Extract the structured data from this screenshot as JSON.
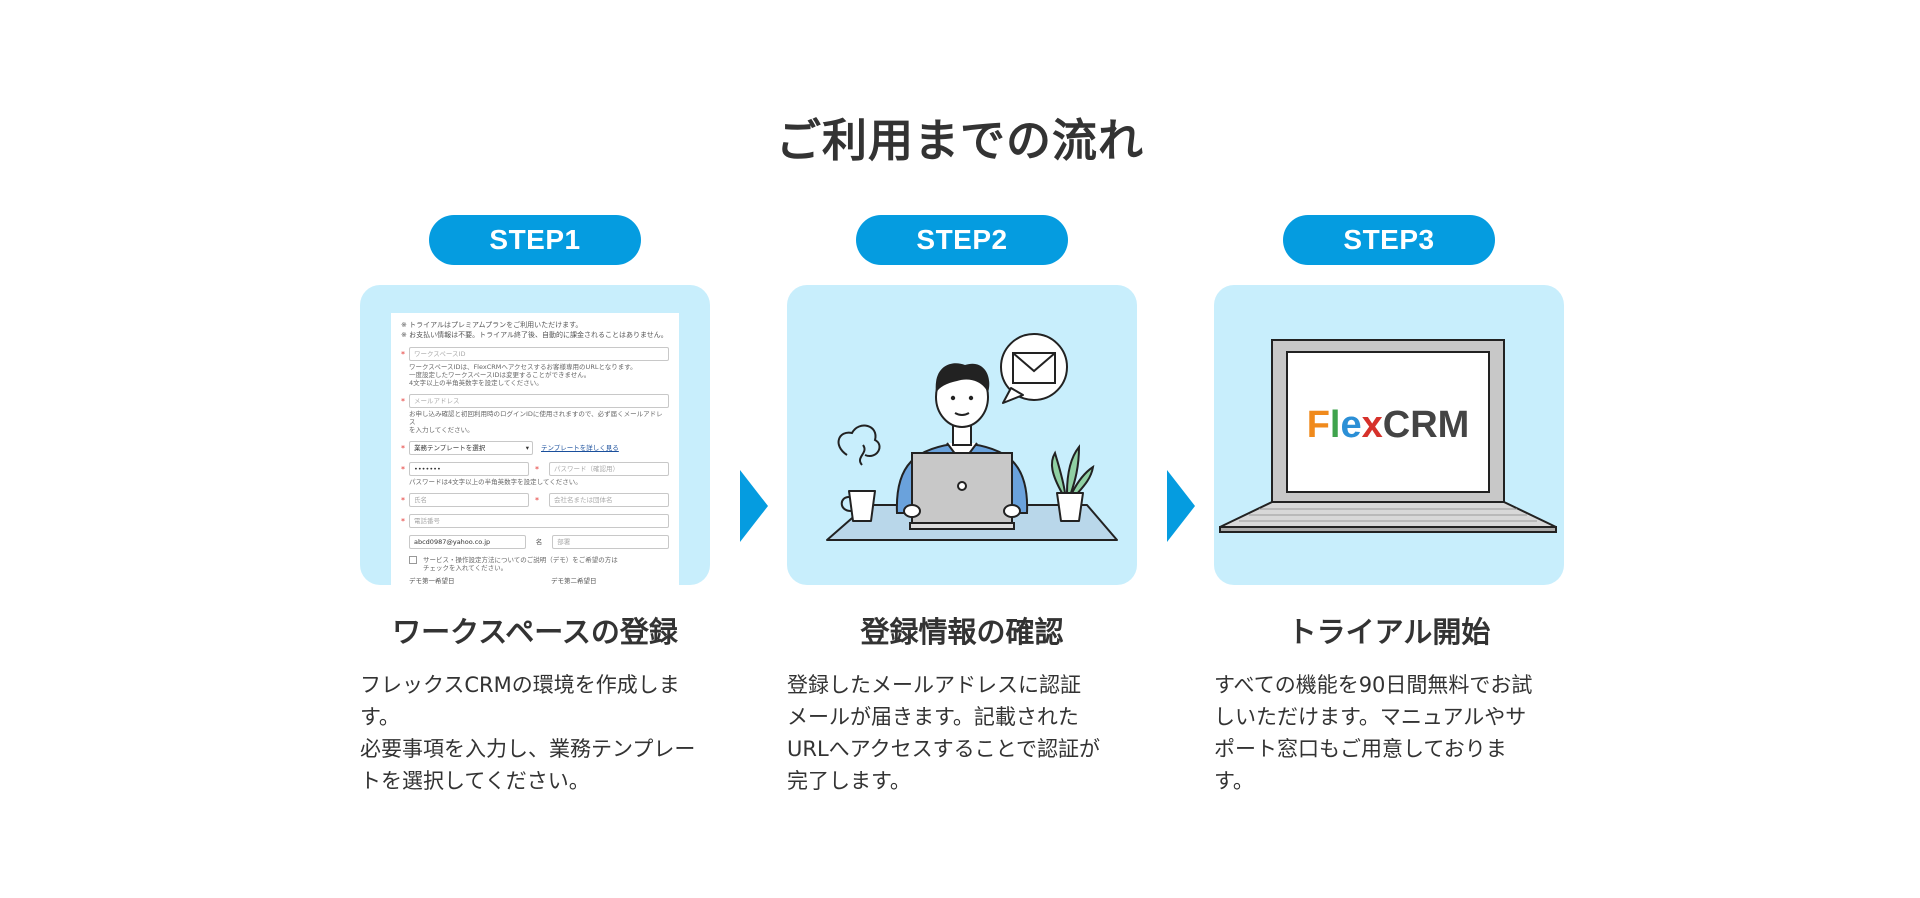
{
  "section": {
    "title": "ご利用までの流れ"
  },
  "colors": {
    "accent": "#059ce0",
    "card_bg": "#c8eefc",
    "text": "#333333"
  },
  "steps": [
    {
      "label": "STEP1",
      "title": "ワークスペースの登録",
      "desc": "フレックスCRMの環境を作成します。\n必要事項を入力し、業務テンプレー\nトを選択してください。",
      "illustration": "registration-form-screenshot",
      "form": {
        "note1": "※ トライアルはプレミアムプランをご利用いただけます。",
        "note2": "※ お支払い情報は不要。トライアル終了後、自動的に課金されることはありません。",
        "workspace_placeholder": "ワークスペースID",
        "workspace_help": "ワークスペースIDは、FlexCRMへアクセスするお客様専用のURLとなります。\n一度設定したワークスペースIDは変更することができません。\n4文字以上の半角英数字を設定してください。",
        "email_placeholder": "メールアドレス",
        "email_help": "お申し込み確認と初回利用時のログインIDに使用されますので、必ず届くメールアドレス\nを入力してください。",
        "template_select": "業務テンプレートを選択",
        "template_link": "テンプレートを詳しく見る",
        "password_value": "•••••••",
        "password_confirm_placeholder": "パスワード（確認用）",
        "password_help": "パスワードは4文字以上の半角英数字を設定してください。",
        "name_placeholder": "氏名",
        "company_placeholder": "会社名または団体名",
        "phone_placeholder": "電話番号",
        "email_value": "abcd0987@yahoo.co.jp",
        "name_suffix": "名",
        "dept_placeholder": "部署",
        "demo_label": "サービス・操作設定方法についてのご説明（デモ）をご希望の方は\nチェックを入れてください。",
        "demo_first": "デモ第一希望日",
        "demo_second": "デモ第二希望日"
      }
    },
    {
      "label": "STEP2",
      "title": "登録情報の確認",
      "desc": "登録したメールアドレスに認証\nメールが届きます。記載された\nURLへアクセスすることで認証が\n完了します。",
      "illustration": "person-laptop-email-icon"
    },
    {
      "label": "STEP3",
      "title": "トライアル開始",
      "desc": "すべての機能を90日間無料でお試\nしいただけます。マニュアルやサ\nポート窓口もご用意しておりま\nす。",
      "illustration": "laptop-flexcrm-logo",
      "logo": {
        "letters": [
          "F",
          "l",
          "e",
          "x",
          "CRM"
        ],
        "colors": [
          "#f08a1c",
          "#3fa34d",
          "#2b8fd6",
          "#d6312b",
          "#444444"
        ]
      }
    }
  ]
}
